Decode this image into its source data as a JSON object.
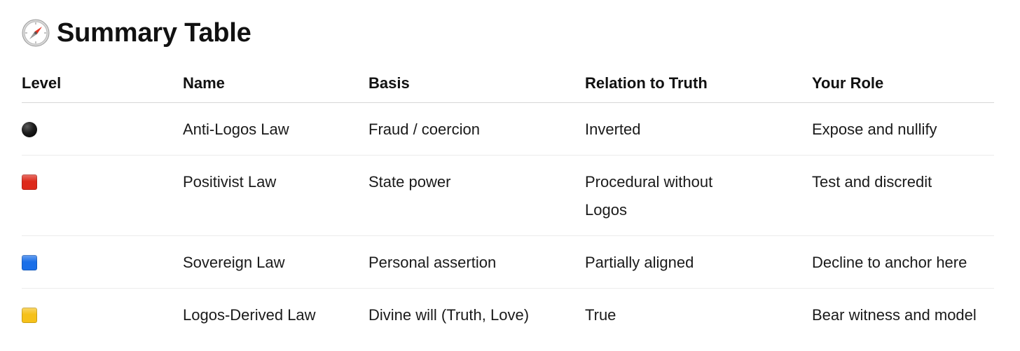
{
  "title": {
    "icon": "compass-icon",
    "text": "Summary Table"
  },
  "table": {
    "headers": [
      "Level",
      "Name",
      "Basis",
      "Relation to Truth",
      "Your Role"
    ],
    "rows": [
      {
        "marker": {
          "shape": "circle",
          "icon": "black-circle-icon",
          "color": "#111111"
        },
        "name": "Anti-Logos Law",
        "basis": "Fraud / coercion",
        "relation": "Inverted",
        "role": "Expose and nullify"
      },
      {
        "marker": {
          "shape": "square",
          "icon": "red-square-icon",
          "color": "#dd2a1b"
        },
        "name": "Positivist Law",
        "basis": "State power",
        "relation": "Procedural without Logos",
        "role": "Test and discredit"
      },
      {
        "marker": {
          "shape": "square",
          "icon": "blue-square-icon",
          "color": "#1a6fe8"
        },
        "name": "Sovereign Law",
        "basis": "Personal assertion",
        "relation": "Partially aligned",
        "role": "Decline to anchor here"
      },
      {
        "marker": {
          "shape": "square",
          "icon": "yellow-square-icon",
          "color": "#f6c11a"
        },
        "name": "Logos-Derived Law",
        "basis": "Divine will (Truth, Love)",
        "relation": "True",
        "role": "Bear witness and model"
      }
    ]
  }
}
